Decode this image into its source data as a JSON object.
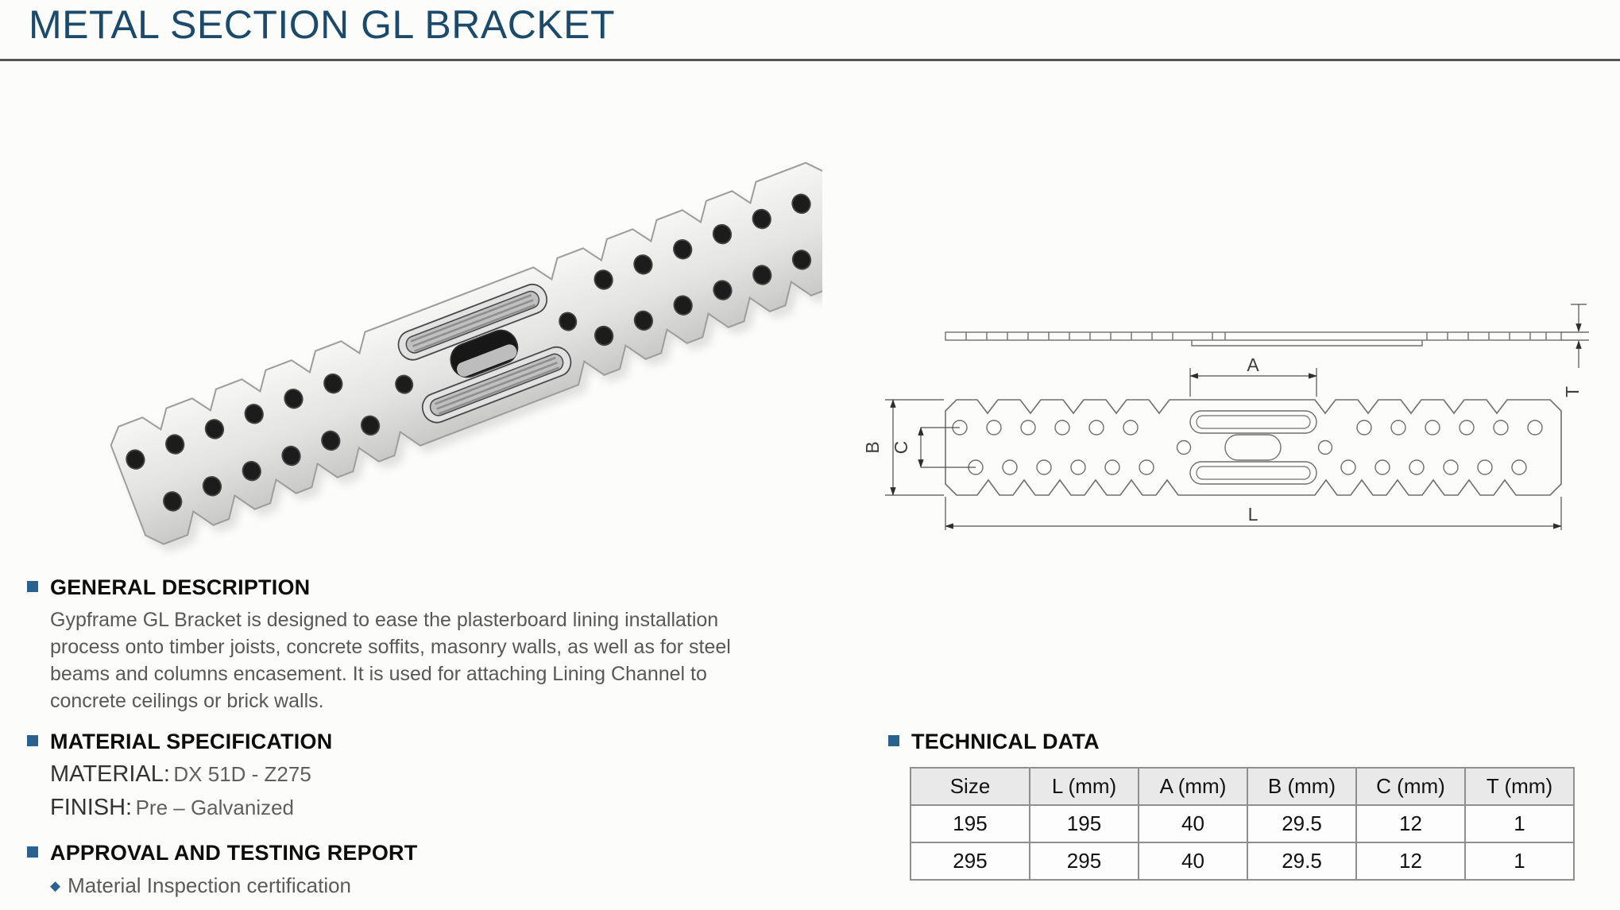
{
  "title": "METAL SECTION GL BRACKET",
  "colors": {
    "title_text": "#1c4a6b",
    "bullet_accent": "#2a618e",
    "rule": "#545454",
    "heading_text": "#0d0d0d",
    "body_text": "#585858",
    "table_border": "#8f8f8f",
    "table_header_bg": "#e9e9e9",
    "drawing_line": "#6f6f6f"
  },
  "sections": {
    "general": {
      "heading": "GENERAL DESCRIPTION",
      "body_lines": [
        "Gypframe GL Bracket is designed to ease the plasterboard lining installation",
        "process onto timber joists, concrete soffits, masonry walls, as well as for steel",
        "beams and columns encasement. It is used for attaching Lining Channel to",
        "concrete ceilings or brick walls."
      ]
    },
    "material": {
      "heading": "MATERIAL SPECIFICATION",
      "rows": [
        {
          "label": "MATERIAL:",
          "value": "DX 51D - Z275"
        },
        {
          "label": "FINISH:",
          "value": "Pre – Galvanized"
        }
      ]
    },
    "approval": {
      "heading": "APPROVAL AND TESTING REPORT",
      "bullet_glyph": "◆",
      "items": [
        "Material Inspection certification"
      ]
    },
    "technical": {
      "heading": "TECHNICAL DATA"
    }
  },
  "table": {
    "headers": [
      "Size",
      "L (mm)",
      "A (mm)",
      "B (mm)",
      "C (mm)",
      "T (mm)"
    ],
    "rows": [
      [
        "195",
        "195",
        "40",
        "29.5",
        "12",
        "1"
      ],
      [
        "295",
        "295",
        "40",
        "29.5",
        "12",
        "1"
      ]
    ]
  },
  "drawing": {
    "dim_labels": {
      "a": "A",
      "b": "B",
      "c": "C",
      "l": "L",
      "t": "T"
    }
  }
}
